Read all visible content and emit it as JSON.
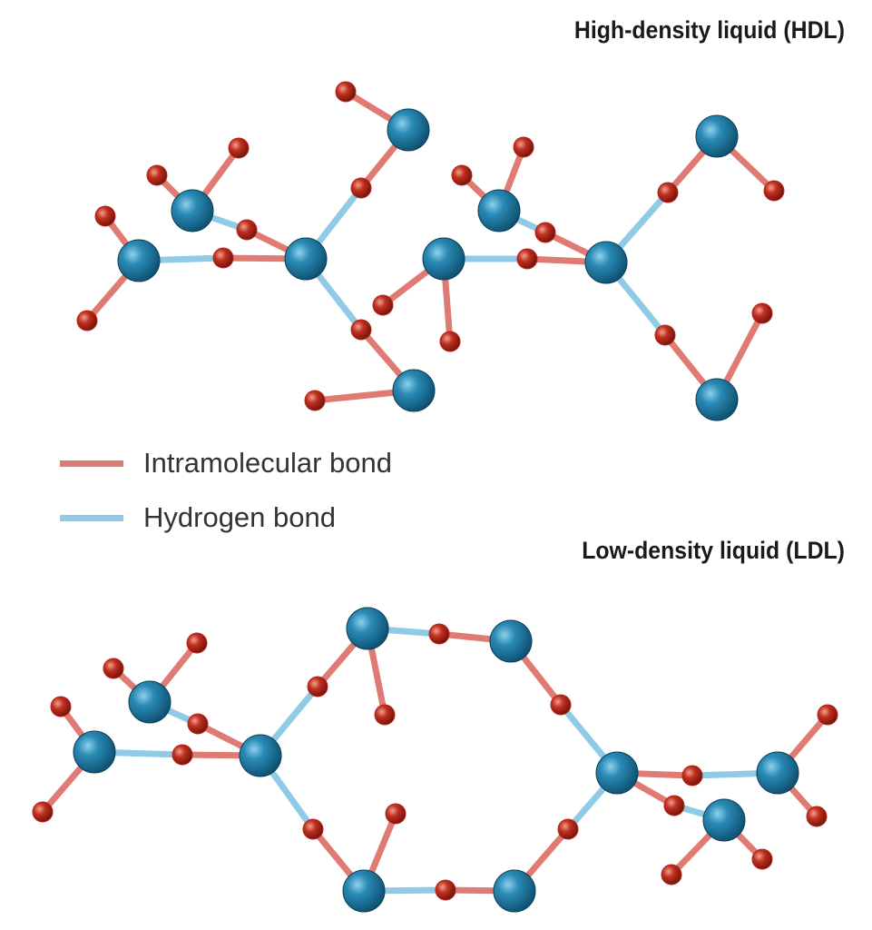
{
  "hdl_title": "High-density liquid (HDL)",
  "ldl_title": "Low-density liquid (LDL)",
  "legend": [
    {
      "label": "Intramolecular bond",
      "color": "#e07b73"
    },
    {
      "label": "Hydrogen bond",
      "color": "#8fcbe6"
    }
  ],
  "colors": {
    "oxygen": "#1f7ea6",
    "hydrogen": "#b8261d"
  }
}
